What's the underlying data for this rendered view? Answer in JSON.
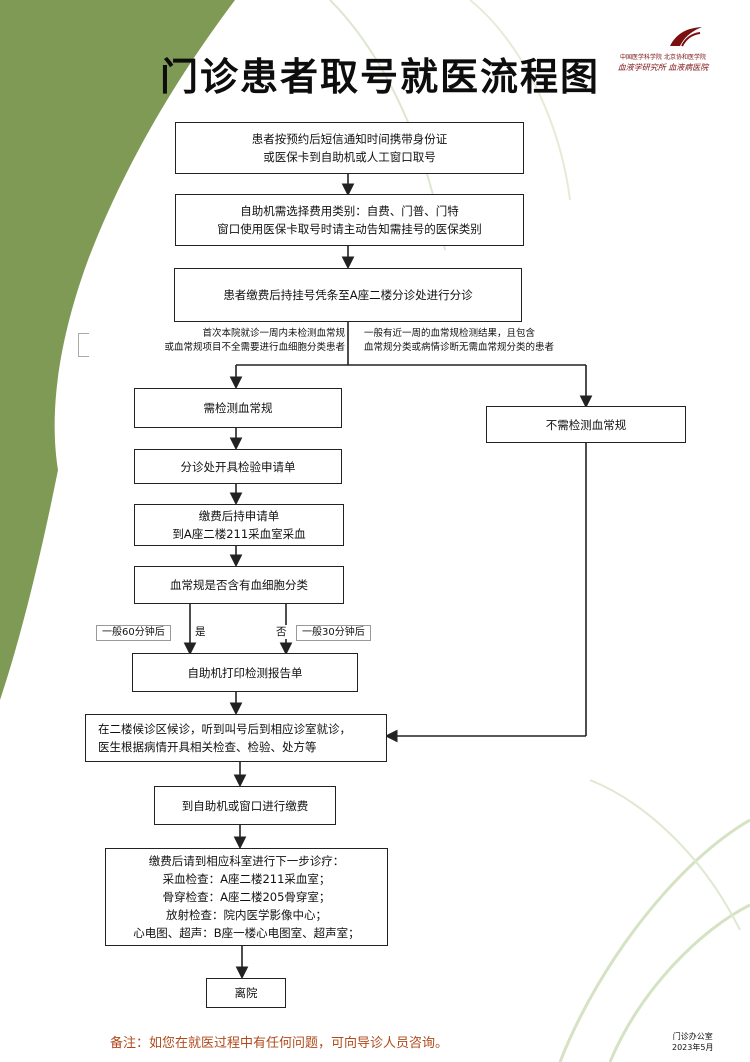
{
  "title": "门诊患者取号就医流程图",
  "logo": {
    "line1": "中国医学科学院 北京协和医学院",
    "line2": "血液学研究所 血液病医院"
  },
  "steps": {
    "step1": [
      "患者按预约后短信通知时间携带身份证",
      "或医保卡到自助机或人工窗口取号"
    ],
    "step2": [
      "自助机需选择费用类别：自费、门普、门特",
      "窗口使用医保卡取号时请主动告知需挂号的医保类别"
    ],
    "step3": "患者缴费后持挂号凭条至A座二楼分诊处进行分诊",
    "need_blood": "需检测血常规",
    "no_blood": "不需检测血常规",
    "open_request": "分诊处开具检验申请单",
    "pay_draw": [
      "缴费后持申请单",
      "到A座二楼211采血室采血"
    ],
    "blood_question": "血常规是否含有血细胞分类",
    "print_report": "自助机打印检测报告单",
    "wait_visit": [
      "在二楼候诊区候诊，听到叫号后到相应诊室就诊，",
      "医生根据病情开具相关检查、检验、处方等"
    ],
    "pay_again": "到自助机或窗口进行缴费",
    "next_steps": [
      "缴费后请到相应科室进行下一步诊疗：",
      "采血检查：A座二楼211采血室；",
      "骨穿检查：A座二楼205骨穿室；",
      "放射检查：院内医学影像中心；",
      "心电图、超声：B座一楼心电图室、超声室；"
    ],
    "leave": "离院"
  },
  "branch_notes": {
    "left": [
      "首次本院就诊一周内未检测血常规",
      "或血常规项目不全需要进行血细胞分类患者"
    ],
    "right": [
      "一般有近一周的血常规检测结果，且包含",
      "血常规分类或病情诊断无需血常规分类的患者"
    ]
  },
  "decision": {
    "yes": "是",
    "no": "否",
    "yes_wait": "一般60分钟后",
    "no_wait": "一般30分钟后"
  },
  "footer": "备注：如您在就医过程中有任何问题，可向导诊人员咨询。",
  "office": [
    "门诊办公室",
    "2023年5月"
  ],
  "colors": {
    "leaf_green": "#7f9a55",
    "leaf_light": "#c9d8b3",
    "footer": "#b04a1c",
    "logo": "#7a1010"
  }
}
